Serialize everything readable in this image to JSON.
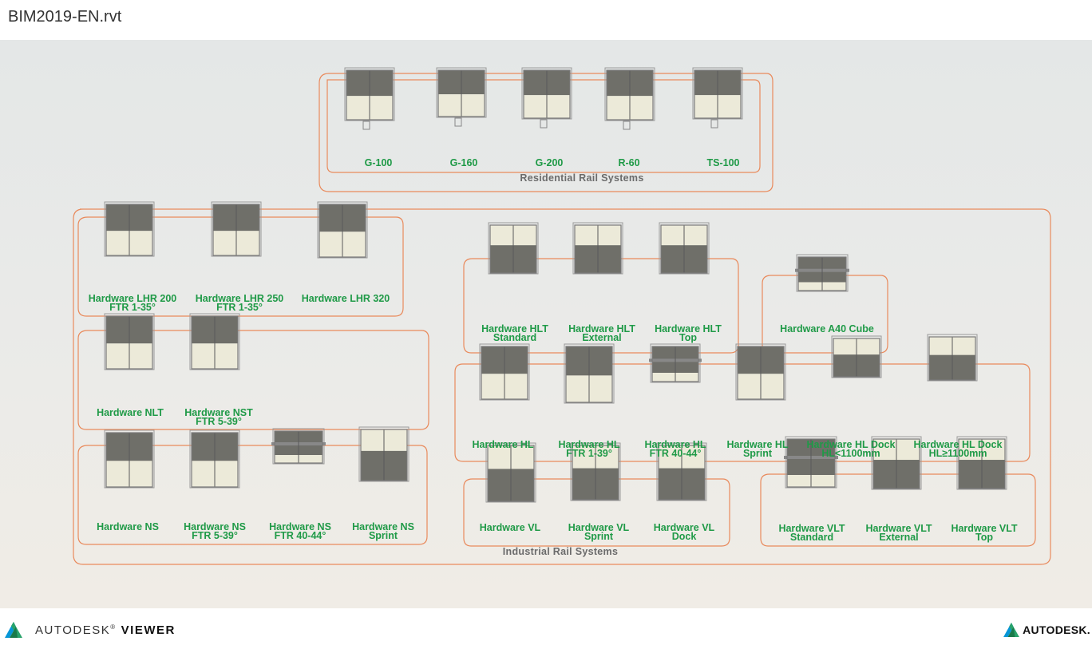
{
  "document": {
    "title": "BIM2019-EN.rvt"
  },
  "groups": [
    {
      "id": "residential",
      "label": "Residential Rail Systems"
    },
    {
      "id": "industrial",
      "label": "Industrial Rail Systems"
    }
  ],
  "items": [
    {
      "id": "g100",
      "lines": [
        "G-100"
      ]
    },
    {
      "id": "g160",
      "lines": [
        "G-160"
      ]
    },
    {
      "id": "g200",
      "lines": [
        "G-200"
      ]
    },
    {
      "id": "r60",
      "lines": [
        "R-60"
      ]
    },
    {
      "id": "ts100",
      "lines": [
        "TS-100"
      ]
    },
    {
      "id": "lhr200",
      "lines": [
        "Hardware LHR 200",
        "FTR 1-35°"
      ]
    },
    {
      "id": "lhr250",
      "lines": [
        "Hardware LHR 250",
        "FTR 1-35°"
      ]
    },
    {
      "id": "lhr320",
      "lines": [
        "Hardware LHR 320"
      ]
    },
    {
      "id": "nlt",
      "lines": [
        "Hardware NLT"
      ]
    },
    {
      "id": "nst",
      "lines": [
        "Hardware NST",
        "FTR 5-39°"
      ]
    },
    {
      "id": "ns",
      "lines": [
        "Hardware NS"
      ]
    },
    {
      "id": "nsftr539",
      "lines": [
        "Hardware NS",
        "FTR 5-39°"
      ]
    },
    {
      "id": "nsftr4044",
      "lines": [
        "Hardware NS",
        "FTR 40-44°"
      ]
    },
    {
      "id": "nssprint",
      "lines": [
        "Hardware NS",
        "Sprint"
      ]
    },
    {
      "id": "hltstd",
      "lines": [
        "Hardware HLT",
        "Standard"
      ]
    },
    {
      "id": "hltext",
      "lines": [
        "Hardware HLT",
        "External"
      ]
    },
    {
      "id": "hlttop",
      "lines": [
        "Hardware HLT",
        "Top"
      ]
    },
    {
      "id": "a40",
      "lines": [
        "Hardware A40 Cube"
      ]
    },
    {
      "id": "hl",
      "lines": [
        "Hardware HL"
      ]
    },
    {
      "id": "hlftr139",
      "lines": [
        "Hardware HL",
        "FTR 1-39°"
      ]
    },
    {
      "id": "hlftr4044",
      "lines": [
        "Hardware HL",
        "FTR 40-44°"
      ]
    },
    {
      "id": "hlsprint",
      "lines": [
        "Hardware HL",
        "Sprint"
      ]
    },
    {
      "id": "hldock1",
      "lines": [
        "Hardware HL Dock",
        "HL<1100mm"
      ]
    },
    {
      "id": "hldock2",
      "lines": [
        "Hardware HL Dock",
        "HL≥1100mm"
      ]
    },
    {
      "id": "vl",
      "lines": [
        "Hardware VL"
      ]
    },
    {
      "id": "vlsprint",
      "lines": [
        "Hardware VL",
        "Sprint"
      ]
    },
    {
      "id": "vldock",
      "lines": [
        "Hardware VL",
        "Dock"
      ]
    },
    {
      "id": "vltstd",
      "lines": [
        "Hardware VLT",
        "Standard"
      ]
    },
    {
      "id": "vltext",
      "lines": [
        "Hardware VLT",
        "External"
      ]
    },
    {
      "id": "vlttop",
      "lines": [
        "Hardware VLT",
        "Top"
      ]
    }
  ],
  "footer": {
    "viewer_brand": "AUTODESK",
    "viewer_product": "VIEWER",
    "viewer_mark": "®",
    "company_brand": "AUTODESK."
  },
  "colors": {
    "outline": "#e98a5c",
    "label": "#1f9a47",
    "door_dark": "#6f6f69",
    "door_light": "#ecead9",
    "frame": "#7a7a7a"
  }
}
